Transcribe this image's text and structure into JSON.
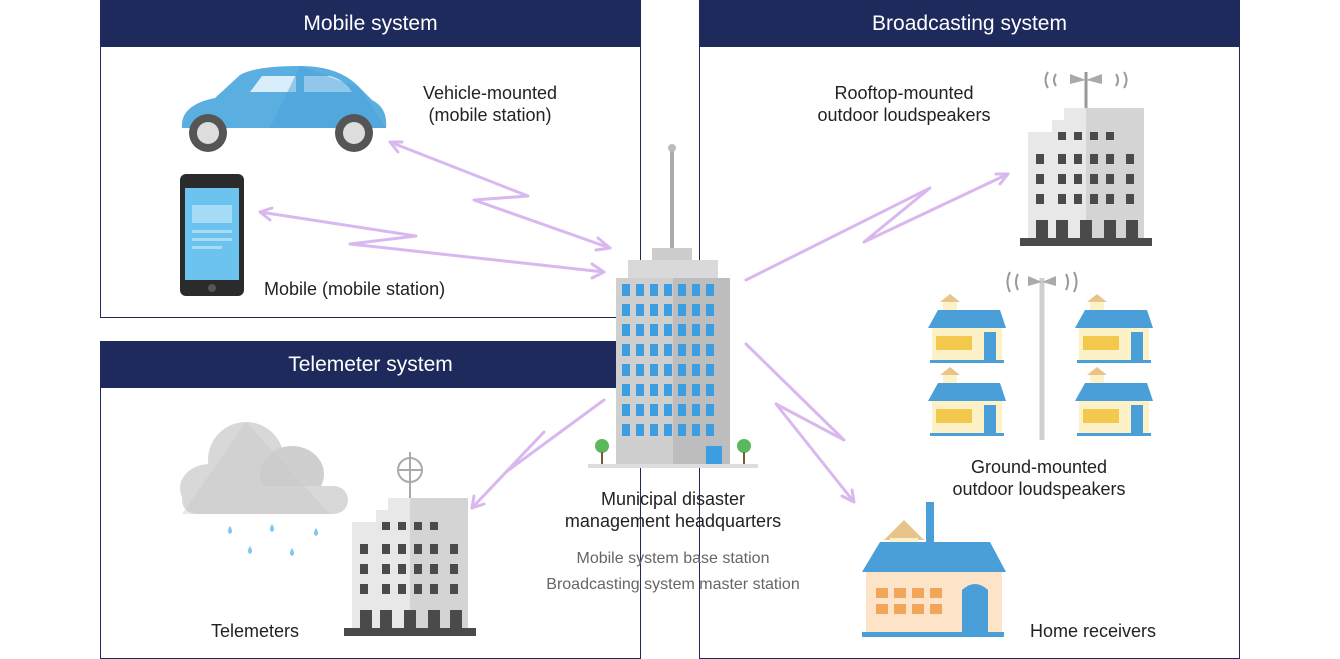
{
  "panels": {
    "mobile": {
      "title": "Mobile system"
    },
    "broadcasting": {
      "title": "Broadcasting system"
    },
    "telemeter": {
      "title": "Telemeter system"
    }
  },
  "labels": {
    "vehicle_line1": "Vehicle-mounted",
    "vehicle_line2": "(mobile station)",
    "mobile": "Mobile (mobile station)",
    "telemeters": "Telemeters",
    "hq_line1": "Municipal disaster",
    "hq_line2": "management headquarters",
    "hq_role1": "Mobile system base station",
    "hq_role2": "Broadcasting system master station",
    "rooftop_line1": "Rooftop-mounted",
    "rooftop_line2": "outdoor loudspeakers",
    "ground_line1": "Ground-mounted",
    "ground_line2": "outdoor loudspeakers",
    "home": "Home receivers"
  },
  "colors": {
    "header": "#1f2a5c",
    "signal": "#d9b8f0",
    "building": "#e6e6e6",
    "window": "#4a4a4a",
    "house_roof": "#4a9fd8",
    "house_wall": "#fdf1c8"
  }
}
